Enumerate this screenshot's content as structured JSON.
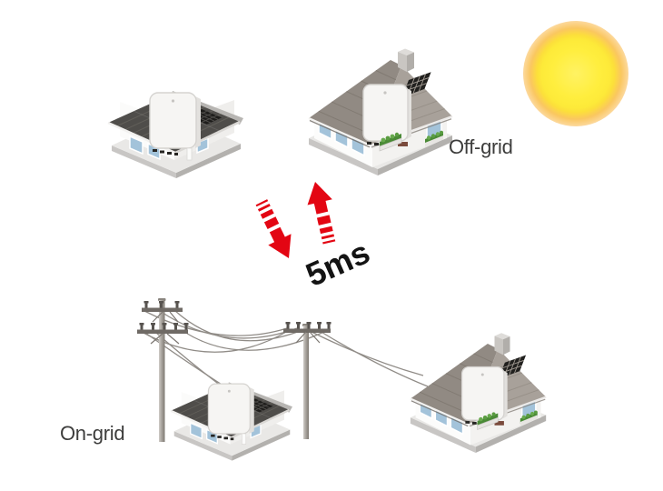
{
  "labels": {
    "off_grid": "Off-grid",
    "on_grid": "On-grid",
    "switch_time": "5ms"
  },
  "colors": {
    "background": "#ffffff",
    "arrow_red": "#e30613",
    "label_text": "#3d3d3c",
    "switch_text": "#141414",
    "sun_core": "#ffee3e",
    "sun_halo": "#f8ab33",
    "solar_roof_dark": "#4f4d4a",
    "cottage_roof_gray": "#a8a19a",
    "wire_gray": "#8b8681",
    "window_blue": "#a3c3da",
    "plant_green": "#5a9c41"
  },
  "icons": {
    "sun": "sun-icon",
    "top_left_house": "solar-roof-house-with-battery",
    "off_grid_house": "cottage-house-with-battery",
    "on_grid_house": "solar-roof-house-with-battery",
    "bottom_right_house": "cottage-house-with-battery",
    "arrows": "bidirectional-switch-arrows",
    "power_grid": "utility-poles-with-power-lines"
  }
}
